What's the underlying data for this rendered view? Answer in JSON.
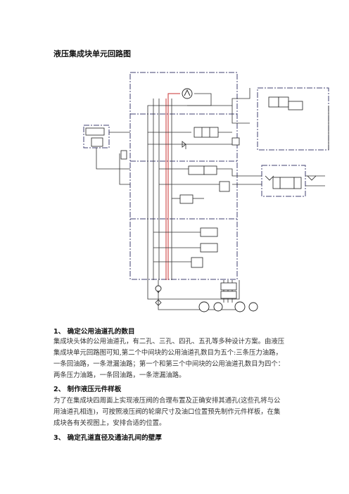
{
  "title": "液压集成块单元回路图",
  "diagram": {
    "colors": {
      "frame": "#404070",
      "line": "#303030",
      "pressure": "#c83232",
      "component": "#202020"
    },
    "icons": [
      "pump-motor-icon",
      "solenoid-valve-icon",
      "check-valve-icon",
      "pressure-gauge-icon",
      "filter-icon",
      "accumulator-icon"
    ]
  },
  "sections": [
    {
      "heading": "1、 确定公用油道孔的数目",
      "lines": [
        "集成块头体的公用油道孔，有二孔、三孔、四孔、五孔等多种设计方案。由液压",
        "集成块单元回路图可知,第二个中间块的公用油道孔数目为五个:三条压力油路，",
        "一条回油路，一条泄漏油路；第一个和第三个中间块的公用油道孔数目为四个：",
        "两条压力油路，一条回油路，一条泄漏油路。"
      ]
    },
    {
      "heading": "2、 制作液压元件样板",
      "lines": [
        "为了在集成块四周面上实现液压阀的合理布置及正确安排其通孔(这些孔将与公",
        "用油道孔相连)，可按照液压阀的轮廓尺寸及油口位置预先制作元件样板，在集",
        "成块各有关视图上，安排合适的位置。"
      ]
    },
    {
      "heading": "3、 确定孔道直径及通油孔间的壁厚",
      "lines": []
    }
  ]
}
